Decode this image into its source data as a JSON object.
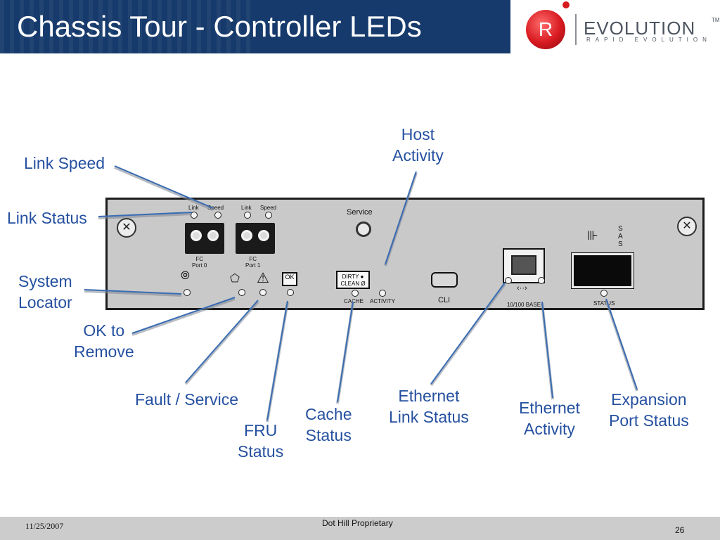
{
  "slide": {
    "title": "Chassis Tour - Controller LEDs"
  },
  "logo": {
    "mark": "R",
    "wordmark": "EVOLUTION",
    "tagline": "RAPID EVOLUTION",
    "trademark": "TM",
    "colors": {
      "ball": "#d71920",
      "text": "#4d5560"
    }
  },
  "panel": {
    "port0_link": "Link",
    "port0_speed": "Speed",
    "port1_link": "Link",
    "port1_speed": "Speed",
    "port0_name": "FC\nPort 0",
    "port1_name": "FC\nPort 1",
    "service": "Service",
    "ok_box": "OK",
    "dirty_clean": "DIRTY ●\nCLEAN Ø",
    "cache": "CACHE",
    "activity": "ACTIVITY",
    "cli": "CLI",
    "ethernet_arrow": "‹··›",
    "ethernet_port": "10/100 BASE-",
    "sas": "S\nA\nS",
    "status": "STATUS"
  },
  "callouts": {
    "link_speed": "Link Speed",
    "link_status": "Link Status",
    "system_locator": "System\nLocator",
    "ok_to_remove": "OK to\nRemove",
    "fault_service": "Fault / Service",
    "fru_status": "FRU\nStatus",
    "cache_status": "Cache\nStatus",
    "ethernet_link_status": "Ethernet\nLink Status",
    "ethernet_activity": "Ethernet\nActivity",
    "expansion_port_status": "Expansion\nPort Status",
    "host_activity": "Host\nActivity"
  },
  "footer": {
    "date": "11/25/2007",
    "center": "Dot Hill Proprietary",
    "page": "26"
  },
  "colors": {
    "header": "#163a6c",
    "callout_text": "#2550a0",
    "leader": "#3a6db3",
    "chassis": "#c9c9c9",
    "footer": "#cccccc"
  }
}
